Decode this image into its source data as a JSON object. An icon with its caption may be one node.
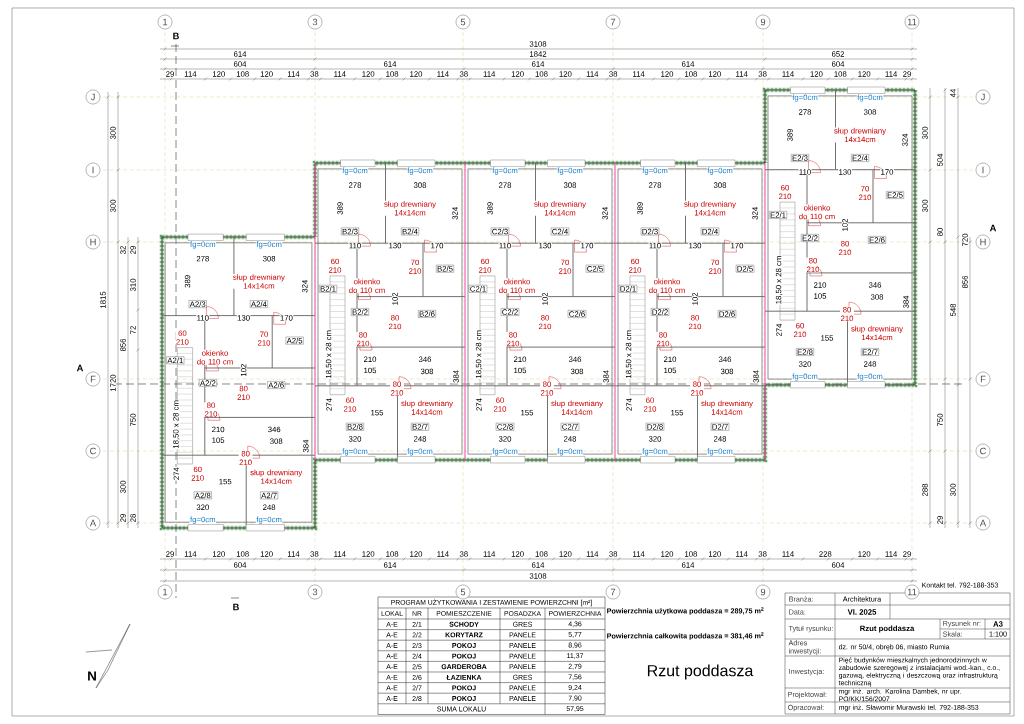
{
  "diagram": {
    "labels": [
      "1",
      "3",
      "5",
      "7",
      "9",
      "11",
      "B",
      "3108",
      "614",
      "1842",
      "652",
      "604",
      "614",
      "614",
      "614",
      "604",
      "29",
      "114",
      "120",
      "108",
      "120",
      "114",
      "38",
      "114",
      "120",
      "108",
      "120",
      "114",
      "38",
      "114",
      "120",
      "108",
      "120",
      "114",
      "38",
      "114",
      "120",
      "108",
      "120",
      "114",
      "38",
      "114",
      "120",
      "108",
      "120",
      "114",
      "29",
      "J",
      "I",
      "H",
      "F",
      "C",
      "A",
      "A",
      "300",
      "300",
      "32",
      "29",
      "1815",
      "310",
      "72",
      "856",
      "1720",
      "750",
      "300",
      "29",
      "28",
      "fg=0cm",
      "fg=0cm",
      "278",
      "308",
      "389",
      "słup drewniany 14x14cm",
      "324",
      "A2/3",
      "A2/4",
      "110",
      "130",
      "170",
      "60 210",
      "A2/1",
      "70 210",
      "A2/5",
      "okienko do 110 cm",
      "102",
      "A2/2",
      "80 210",
      "A2/6",
      "18,50 x 28 cm",
      "80 210",
      "210",
      "346",
      "105",
      "308",
      "80 210",
      "384",
      "274",
      "60 210",
      "155",
      "słup drewniany 14x14cm",
      "A2/8",
      "A2/7",
      "320",
      "248",
      "fg=0cm",
      "fg=0cm",
      "fg=0cm",
      "fg=0cm",
      "278",
      "308",
      "389",
      "słup drewniany 14x14cm",
      "324",
      "B2/3",
      "B2/4",
      "110",
      "130",
      "170",
      "60 210",
      "B2/1",
      "70 210",
      "B2/5",
      "okienko do 110 cm",
      "102",
      "B2/2",
      "80 210",
      "B2/6",
      "18,50 x 28 cm",
      "80 210",
      "210",
      "346",
      "105",
      "308",
      "80 210",
      "384",
      "274",
      "60 210",
      "155",
      "słup drewniany 14x14cm",
      "B2/8",
      "B2/7",
      "320",
      "248",
      "fg=0cm",
      "fg=0cm",
      "fg=0cm",
      "fg=0cm",
      "278",
      "308",
      "389",
      "słup drewniany 14x14cm",
      "324",
      "C2/3",
      "C2/4",
      "110",
      "130",
      "170",
      "60 210",
      "C2/1",
      "70 210",
      "C2/5",
      "okienko do 110 cm",
      "102",
      "C2/2",
      "80 210",
      "C2/6",
      "18,50 x 28 cm",
      "80 210",
      "210",
      "346",
      "105",
      "308",
      "80 210",
      "384",
      "274",
      "60 210",
      "155",
      "słup drewniany 14x14cm",
      "C2/8",
      "C2/7",
      "320",
      "248",
      "fg=0cm",
      "fg=0cm",
      "fg=0cm",
      "fg=0cm",
      "278",
      "308",
      "389",
      "słup drewniany 14x14cm",
      "324",
      "D2/3",
      "D2/4",
      "110",
      "130",
      "170",
      "60 210",
      "D2/1",
      "70 210",
      "D2/5",
      "okienko do 110 cm",
      "102",
      "D2/2",
      "80 210",
      "D2/6",
      "18,50 x 28 cm",
      "80 210",
      "210",
      "346",
      "105",
      "308",
      "80 210",
      "384",
      "274",
      "60 210",
      "155",
      "słup drewniany 14x14cm",
      "D2/8",
      "D2/7",
      "320",
      "248",
      "fg=0cm",
      "fg=0cm",
      "fg=0cm",
      "fg=0cm",
      "278",
      "308",
      "389",
      "słup drewniany 14x14cm",
      "324",
      "E2/3",
      "E2/4",
      "110",
      "130",
      "170",
      "60 210",
      "E2/1",
      "70 210",
      "E2/5",
      "okienko do 110 cm",
      "102",
      "E2/2",
      "80 210",
      "E2/6",
      "18,50 x 28 cm",
      "80 210",
      "210",
      "346",
      "105",
      "308",
      "80 210",
      "384",
      "274",
      "60 210",
      "155",
      "słup drewniany 14x14cm",
      "E2/8",
      "E2/7",
      "320",
      "248",
      "fg=0cm",
      "fg=0cm",
      "J",
      "I",
      "H",
      "F",
      "C",
      "A",
      "A",
      "44",
      "300",
      "504",
      "300",
      "80",
      "720",
      "856",
      "548",
      "750",
      "288",
      "300",
      "29",
      "29",
      "114",
      "120",
      "108",
      "120",
      "114",
      "38",
      "114",
      "120",
      "108",
      "120",
      "114",
      "38",
      "114",
      "120",
      "108",
      "120",
      "114",
      "38",
      "114",
      "120",
      "108",
      "120",
      "114",
      "38",
      "114",
      "228",
      "120",
      "114",
      "29",
      "604",
      "614",
      "614",
      "614",
      "604",
      "3108",
      "1",
      "3",
      "5",
      "7",
      "9",
      "11",
      "B",
      "N",
      "PROGRAM UŻYTKOWANIA I ZESTAWIENIE POWIERZCHNI [m²]",
      "LOKAL",
      "NR",
      "POMIESZCZENIE",
      "POSADZKA",
      "POWIERZCHNIA",
      "A-E",
      "2/1",
      "SCHODY",
      "GRES",
      "4,36",
      "A-E",
      "2/2",
      "KORYTARZ",
      "PANELE",
      "5,77",
      "A-E",
      "2/3",
      "POKOJ",
      "PANELE",
      "8,96",
      "A-E",
      "2/4",
      "POKOJ",
      "PANELE",
      "11,37",
      "A-E",
      "2/5",
      "GARDEROBA",
      "PANELE",
      "2,79",
      "A-E",
      "2/6",
      "ŁAZIENKA",
      "GRES",
      "7,56",
      "A-E",
      "2/7",
      "POKOJ",
      "PANELE",
      "9,24",
      "A-E",
      "2/8",
      "POKOJ",
      "PANELE",
      "7,90",
      "SUMA LOKALU",
      "57,95",
      "Powierzchnia użytkowa poddasza = 289,75 m$^{2}$",
      "Powierzchnia całkowita poddasza = 381,46 m$^{2}$",
      "Rzut poddasza",
      "Kontakt tel. 792-188-353",
      "Branża:",
      "Architektura",
      "Data:",
      "VI. 2025",
      "Tytuł rysunku:",
      "Rzut poddasza",
      "Rysunek nr:",
      "A3",
      "Skala:",
      "1:100",
      "Adres inwestycji:",
      "dz. nr 50/4, obręb 06, miasto Rumia",
      "Inwestycja:",
      "Pięć budynków mieszkalnych jednorodzinnych w zabudowie szeregowej z instalacjami wod.-kan., c.o., gazową, elektryczną i deszczową oraz infrastrukturą techniczną",
      "Projektował:",
      "mgr inż. arch. Karolina Dambek, nr upr. PO/KK/156/2007",
      "Opracował:",
      "mgr inż. Sławomir Murawski tel. 792-188-353"
    ]
  }
}
